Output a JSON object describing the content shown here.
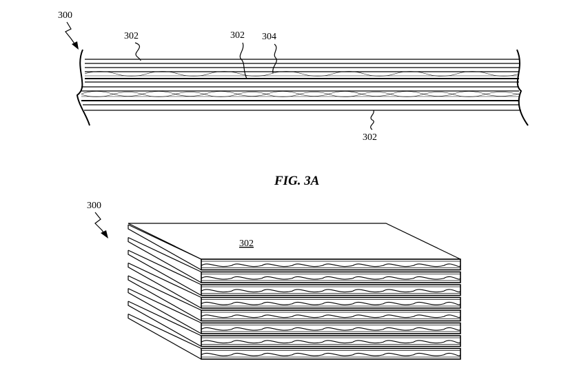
{
  "figure_a": {
    "ref_assembly": "300",
    "ref_layer_top": "302",
    "ref_layer_mid": "302",
    "ref_core": "304",
    "ref_layer_bottom": "302",
    "caption": "FIG. 3A"
  },
  "figure_b": {
    "ref_assembly": "300",
    "ref_top_sheet": "302"
  }
}
